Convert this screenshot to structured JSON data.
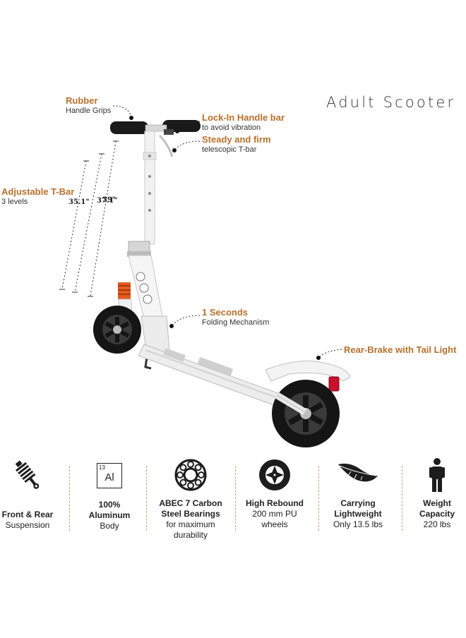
{
  "header": {
    "title": "Adult Scooter"
  },
  "callouts": {
    "rubber": {
      "title": "Rubber",
      "subtitle": "Handle Grips"
    },
    "lock_in": {
      "title": "Lock-In Handle bar",
      "subtitle": "to avoid vibration"
    },
    "steady": {
      "title": "Steady and firm",
      "subtitle": "telescopic T-bar"
    },
    "adjustable": {
      "title": "Adjustable T-Bar",
      "subtitle": "3 levels"
    },
    "folding": {
      "title": "1 Seconds",
      "subtitle": "Folding Mechanism"
    },
    "rear_brake": {
      "title": "Rear-Brake with Tail Light",
      "subtitle": ""
    }
  },
  "heights": [
    "35.1\"",
    "37.1\"",
    "39\""
  ],
  "features": [
    {
      "icon": "suspension-icon",
      "bold": "Front & Rear",
      "normal": "Suspension"
    },
    {
      "icon": "aluminum-element-icon",
      "element_number": "13",
      "element_symbol": "Al",
      "bold": "100% Aluminum",
      "normal": "Body"
    },
    {
      "icon": "bearing-icon",
      "bold": "ABEC 7 Carbon Steel Bearings",
      "normal": "for maximum durability"
    },
    {
      "icon": "wheel-icon",
      "bold": "High Rebound",
      "normal": "200 mm PU wheels"
    },
    {
      "icon": "feather-icon",
      "bold": "Carrying Lightweight",
      "normal": "Only 13.5 lbs"
    },
    {
      "icon": "person-icon",
      "bold": "Weight Capacity",
      "normal": "220 lbs"
    }
  ],
  "colors": {
    "accent": "#b8702c",
    "text": "#222222",
    "scooter_frame": "#f4f4f4",
    "wheel": "#151515",
    "spring": "#e65a1e",
    "tail_light": "#c8102e"
  }
}
